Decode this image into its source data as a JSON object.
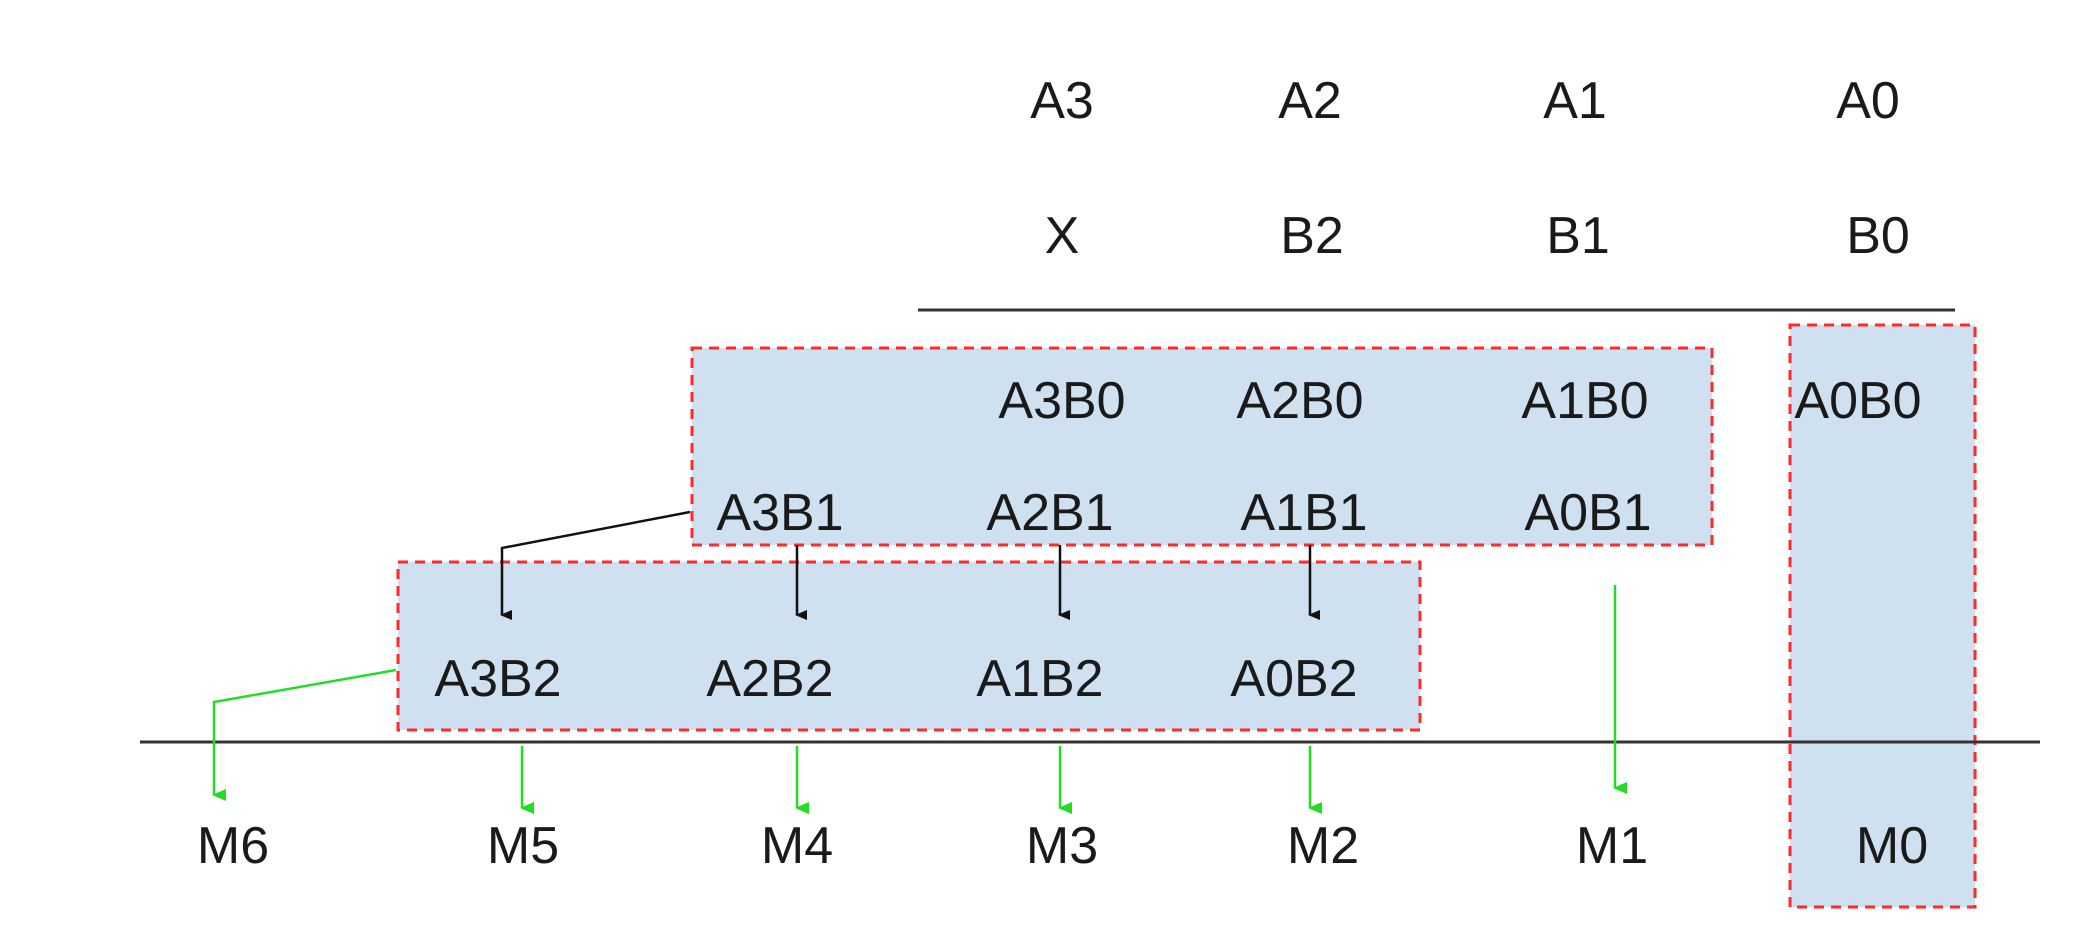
{
  "multiplicand": [
    "A3",
    "A2",
    "A1",
    "A0"
  ],
  "multiplier": [
    "X",
    "B2",
    "B1",
    "B0"
  ],
  "partial_row_b0": [
    "A3B0",
    "A2B0",
    "A1B0",
    "A0B0"
  ],
  "partial_row_b1": [
    "A3B1",
    "A2B1",
    "A1B1",
    "A0B1"
  ],
  "partial_row_b2": [
    "A3B2",
    "A2B2",
    "A1B2",
    "A0B2"
  ],
  "results": [
    "M6",
    "M5",
    "M4",
    "M3",
    "M2",
    "M1",
    "M0"
  ],
  "colors": {
    "box_fill": "#cfe0f0",
    "box_border": "#ff2a2a",
    "arrow_black": "#111111",
    "arrow_green": "#22dd22",
    "rule": "#333333"
  }
}
